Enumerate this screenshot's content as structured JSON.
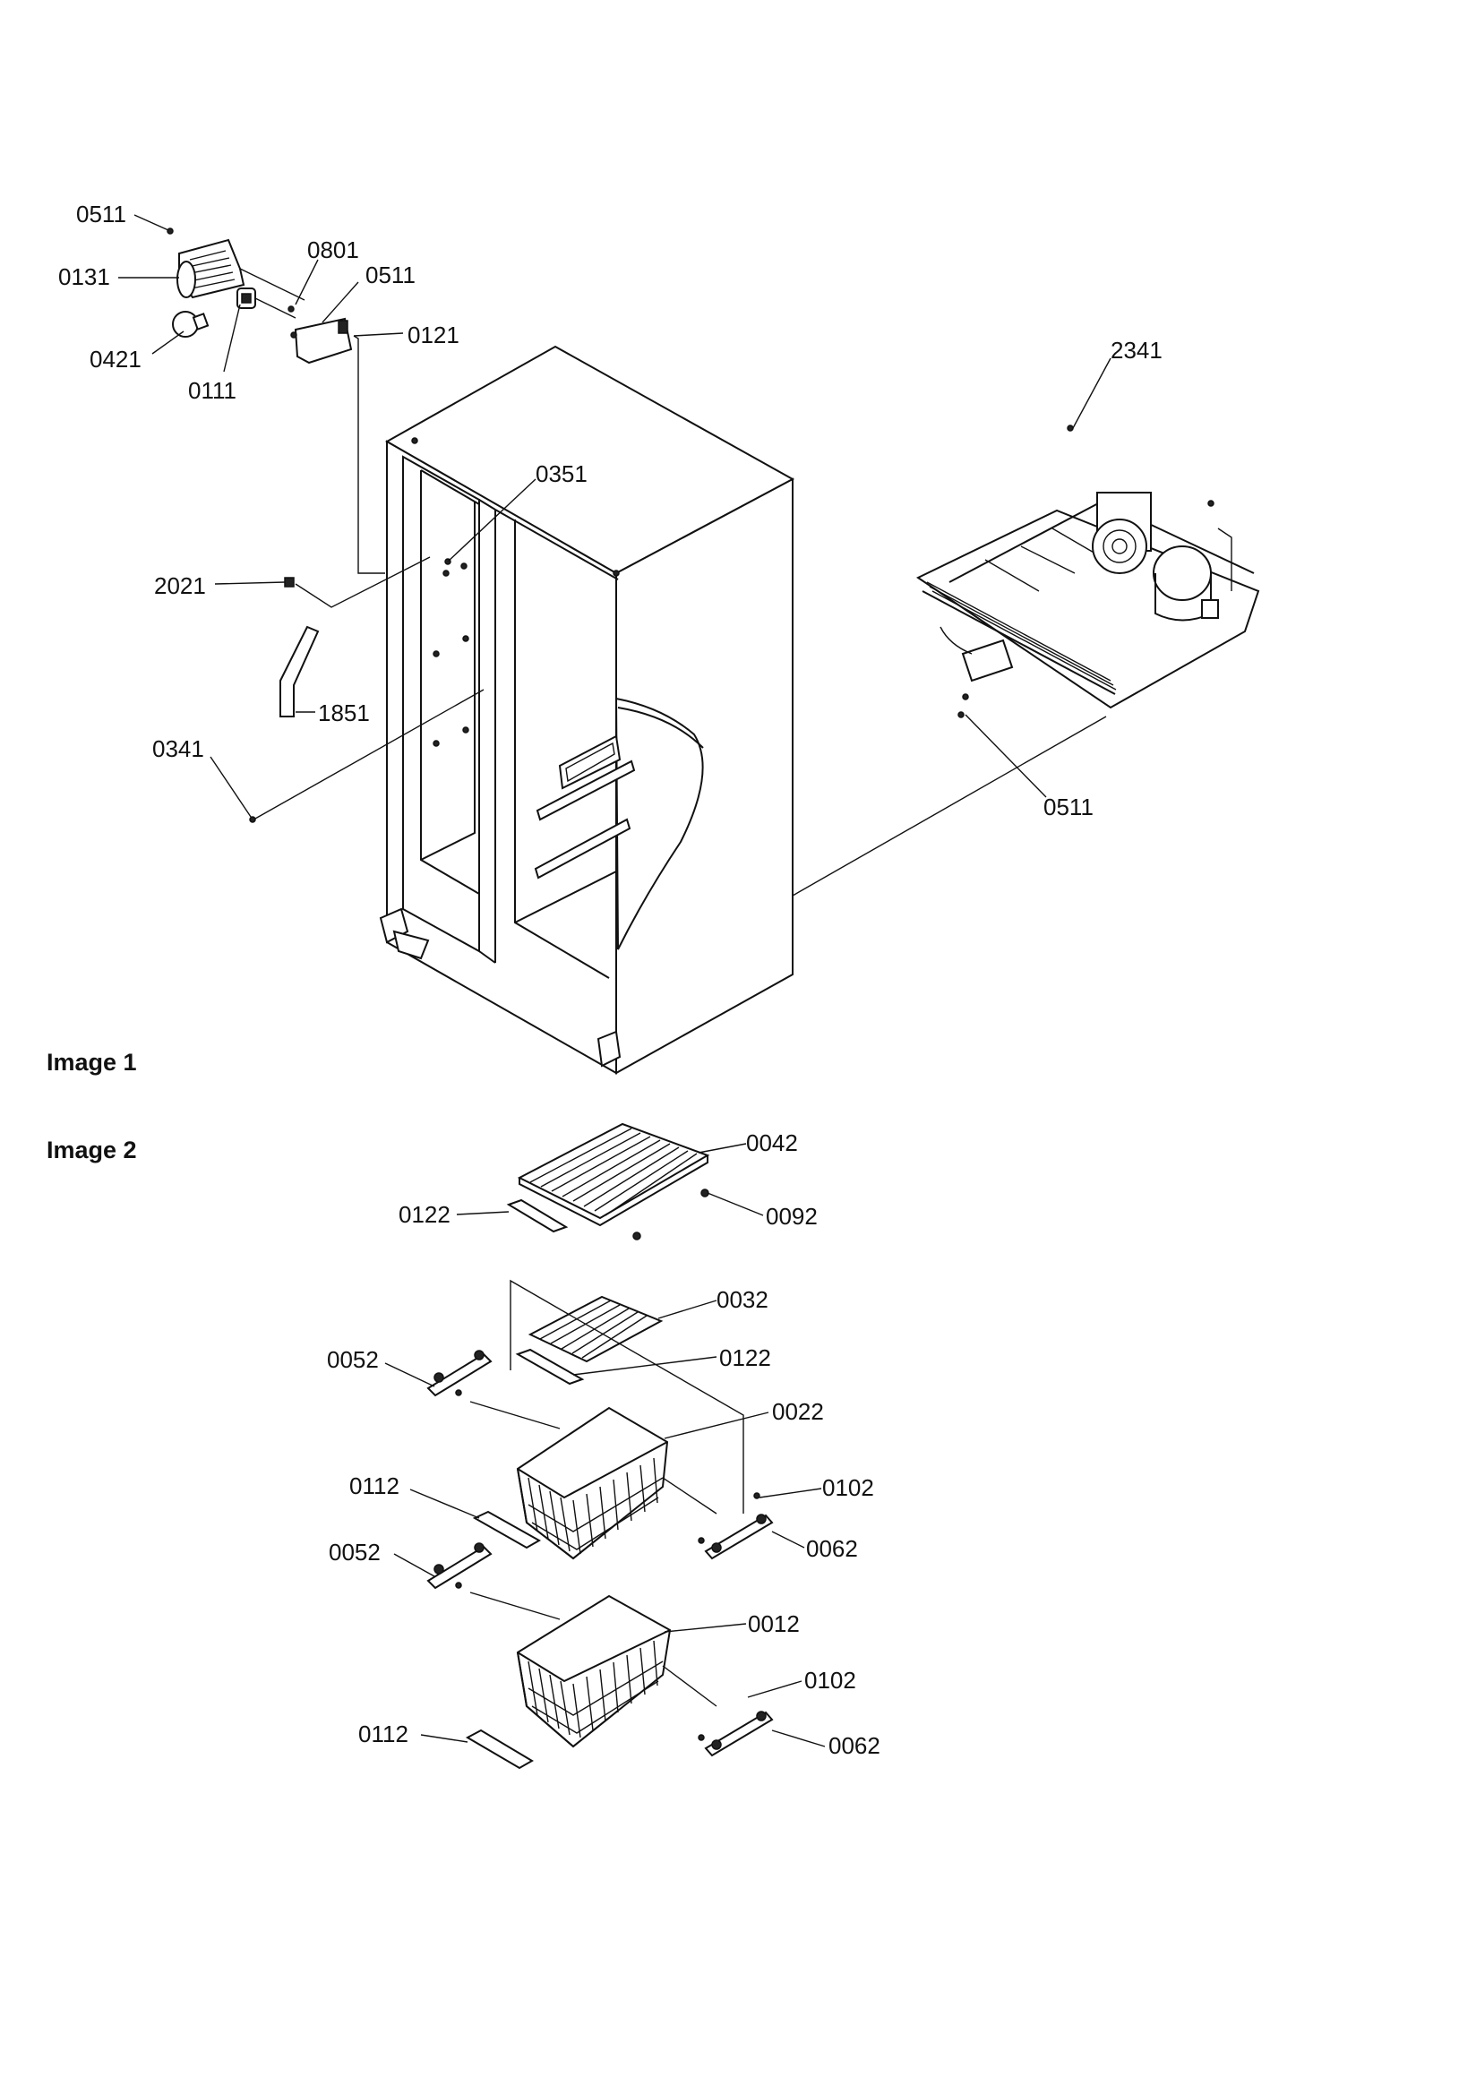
{
  "sections": {
    "image1": "Image 1",
    "image2": "Image 2"
  },
  "parts": {
    "image1": [
      "0511",
      "0131",
      "0421",
      "0111",
      "0801",
      "0511",
      "0121",
      "2341",
      "0351",
      "2021",
      "1851",
      "0341",
      "0511"
    ],
    "image2": [
      "0042",
      "0122",
      "0092",
      "0032",
      "0052",
      "0122",
      "0022",
      "0112",
      "0102",
      "0062",
      "0052",
      "0012",
      "0102",
      "0112",
      "0062"
    ]
  }
}
